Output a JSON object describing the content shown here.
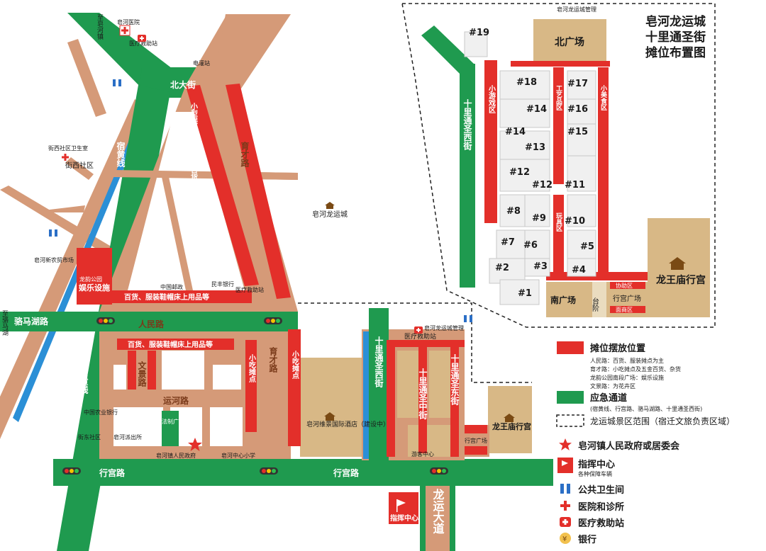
{
  "colors": {
    "road": "#d59a78",
    "emergency": "#1f9a4f",
    "stall": "#e32f2a",
    "plaza": "#d8b886",
    "river": "#2b8fd6",
    "text_dark": "#1a1a1a"
  },
  "title": {
    "line1": "皂河龙运城",
    "line2": "十里通圣街",
    "line3": "摊位布置图"
  },
  "roads": {
    "beida": "北大街",
    "xuhuang_left": "宿黄线",
    "xuhuang_top": "宿黄线",
    "yucai": "育才路",
    "renmin": "人民路",
    "luomaxi": "骆马湖路",
    "xinggong": "行宫路",
    "wenjing": "文景路",
    "yunhe": "运河路",
    "longyun": "龙运大道",
    "shiliwest": "十里通圣西街",
    "shilieast": "十里通圣东街",
    "shilimid": "十里通圣中街",
    "jiehuang": "至皂河镇",
    "jiewei": "至骆马湖"
  },
  "stall_labels": {
    "small_toy": "小型娱乐设施及五金百货",
    "small_eat": "小吃摊点",
    "baihuo_top": "百货、服装鞋帽床上用品等",
    "baihuo_mid": "百货、服装鞋帽床上用品等",
    "yule": "娱乐设施",
    "small_game": "小游戏区",
    "craft": "工艺品区",
    "toy": "玩具区",
    "food": "小美食区",
    "small_snack": "小吃摊点"
  },
  "places": {
    "hospital": "皂河医院",
    "clinic": "医疗救助站",
    "substation": "电灌站",
    "jiexi_health": "街西社区卫生室",
    "jiexi": "街西社区",
    "longyuncheng": "皂河龙运城",
    "farmer_market": "皂河新农贸市场",
    "longyin_park": "龙韵公园",
    "post": "中国邮政",
    "rural_bank": "民丰银行",
    "medical_station_b": "医疗救助站",
    "agri_bank": "中国农业银行",
    "social_fund": "街东社区",
    "police": "皂河派出所",
    "legal": "法制广场",
    "gov": "皂河镇人民政府",
    "school": "皂河中心小学",
    "hotel": "皂河维景国际酒店（建设中）",
    "temple": "龙王庙行宫",
    "temple2": "龙王庙行宫",
    "north_square": "北广场",
    "south_square": "南广场",
    "xinggong_square": "行宫广场",
    "xinggong_square2": "行宫广场",
    "steps": "台阶",
    "youke": "游客中心",
    "med_station_c": "医疗救助站",
    "parking_top": "皂河龙运城管理",
    "parking_c": "皂河龙运城管理",
    "commandcenter": "指挥中心",
    "xiezhu": "协助区",
    "mian": "面商区"
  },
  "booths": [
    "#19",
    "#18",
    "#17",
    "#16",
    "#15",
    "#14",
    "#14",
    "#13",
    "#12",
    "#12",
    "#11",
    "#10",
    "#9",
    "#8",
    "#7",
    "#6",
    "#5",
    "#4",
    "#3",
    "#2",
    "#1"
  ],
  "legend": {
    "stall": "摊位摆放位置",
    "stall_note1": "人民路：百货、服装摊点为主",
    "stall_note2": "育才路：小吃摊点及五金百货、杂货",
    "stall_note3": "龙韵公园南段广场：娱乐设施",
    "stall_note4": "文景路：为花卉区",
    "emergency": "应急通道",
    "emergency_note": "(宿黄线、行宫路、骆马湖路、十里通圣西街)",
    "scenic": "龙运城景区范围（宿迁文旅负责区域）",
    "gov": "皂河镇人民政府或居委会",
    "command": "指挥中心",
    "command_note": "各种保障车辆",
    "toilet": "公共卫生间",
    "hospital": "医院和诊所",
    "aid": "医疗救助站",
    "bank": "银行"
  },
  "icons": [
    "star-icon",
    "toilet-icon",
    "cross-icon",
    "aid-kit-icon",
    "bank-icon",
    "flag-icon",
    "traffic-light-icon",
    "temple-icon"
  ]
}
